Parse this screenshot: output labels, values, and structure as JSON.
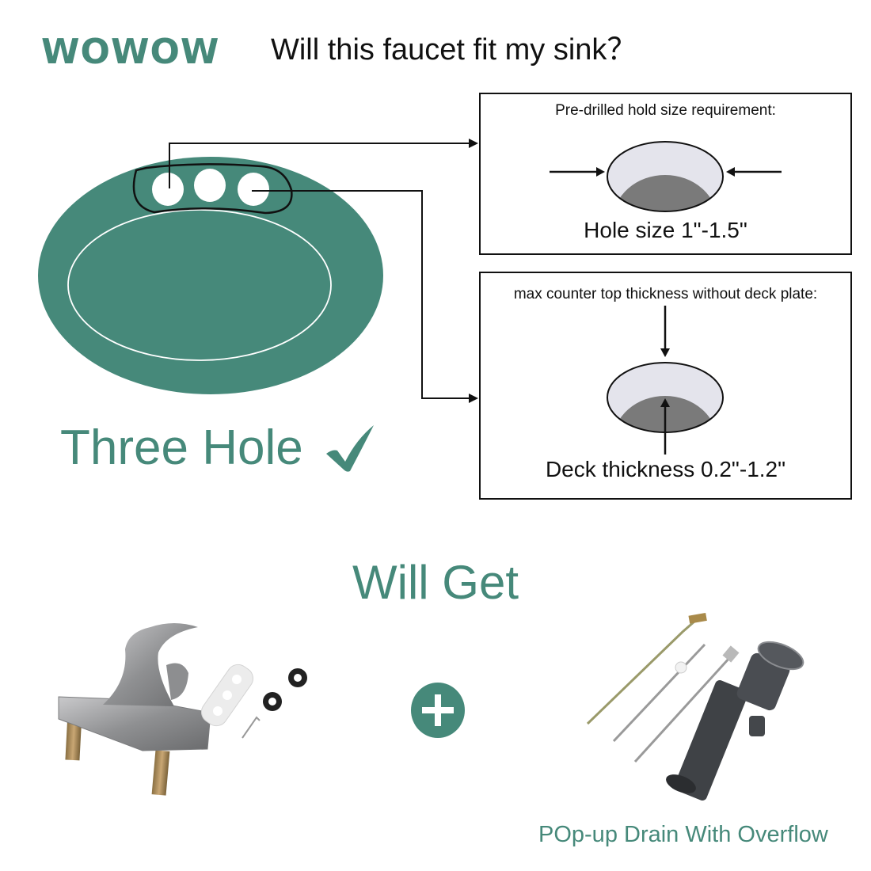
{
  "header": {
    "logo": "WOWOW",
    "title": "Will this faucet fit my sink？"
  },
  "sink_diagram": {
    "label": "Three Hole",
    "hole_count": 3,
    "status_icon": "checkmark-icon",
    "colors": {
      "brand_green": "#46897a",
      "hole_fill": "#ffffff",
      "outline": "#111111"
    }
  },
  "hole_size_box": {
    "caption": "Pre-drilled hold size requirement:",
    "value": "Hole size 1\"-1.5\""
  },
  "deck_thickness_box": {
    "caption": "max counter top thickness without deck plate:",
    "value": "Deck thickness 0.2\"-1.2\""
  },
  "included": {
    "heading": "Will Get",
    "items": [
      {
        "name": "faucet-kit",
        "label": ""
      },
      {
        "name": "plus-icon",
        "label": ""
      },
      {
        "name": "drain-kit",
        "label": "POp-up Drain With Overflow"
      }
    ]
  }
}
